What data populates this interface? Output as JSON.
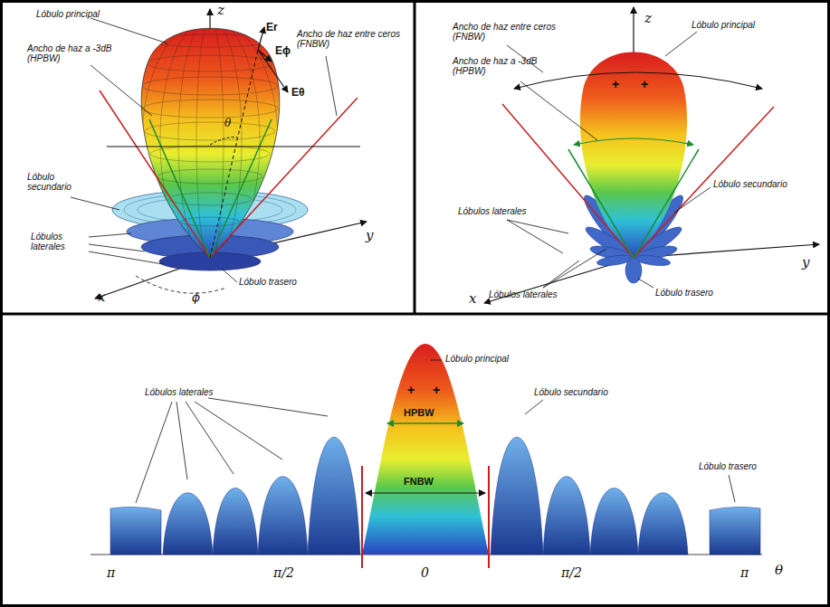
{
  "diagram": {
    "labels": [
      "Lóbulo principal",
      "z",
      "Er",
      "Eϕ",
      "Ancho de haz entre ceros (FNBW)",
      "Ancho de haz a -3dB (HPBW)",
      "Eθ",
      "θ",
      "Lóbulo secundario",
      "Lóbulos laterales",
      "y",
      "x",
      "ϕ",
      "Lóbulo trasero",
      "z",
      "Ancho de haz entre ceros (FNBW)",
      "Lóbulo principal",
      "Ancho de haz a -3dB (HPBW)",
      "+",
      "+",
      "Lóbulo secundario",
      "Lóbulos laterales",
      "y",
      "x",
      "Lóbulos laterales",
      "Lóbulo trasero",
      "Lóbulo principal",
      "+",
      "+",
      "HPBW",
      "FNBW",
      "Lóbulos laterales",
      "Lóbulo secundario",
      "Lóbulo trasero",
      "π",
      "π/2",
      "0",
      "π/2",
      "π",
      "θ"
    ]
  }
}
